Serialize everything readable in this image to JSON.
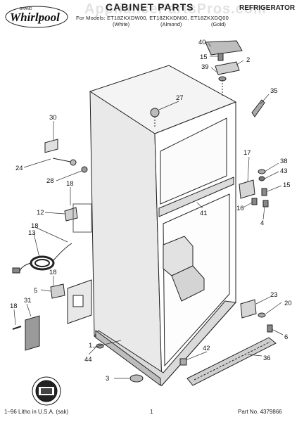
{
  "header": {
    "brand": "Whirlpool",
    "brand_small": "BRAND",
    "title": "CABINET PARTS",
    "category": "REFRIGERATOR",
    "models": "For Models: ET18ZKXDW00, ET18ZKXDN00, ET18ZKXDQ00",
    "color_white": "(White)",
    "color_almond": "(Almond)",
    "color_gold": "(Gold)"
  },
  "watermark": "AppliancePartsPros.com",
  "callouts": [
    "40",
    "15",
    "2",
    "39",
    "35",
    "27",
    "30",
    "24",
    "28",
    "18",
    "17",
    "38",
    "43",
    "15",
    "16",
    "41",
    "4",
    "12",
    "13",
    "18",
    "18",
    "5",
    "18",
    "31",
    "23",
    "20",
    "6",
    "1",
    "44",
    "42",
    "36",
    "3"
  ],
  "footer": {
    "litho": "1–96 Litho in U.S.A. (sak)",
    "page": "1",
    "part_no": "Part No. 4379866"
  }
}
